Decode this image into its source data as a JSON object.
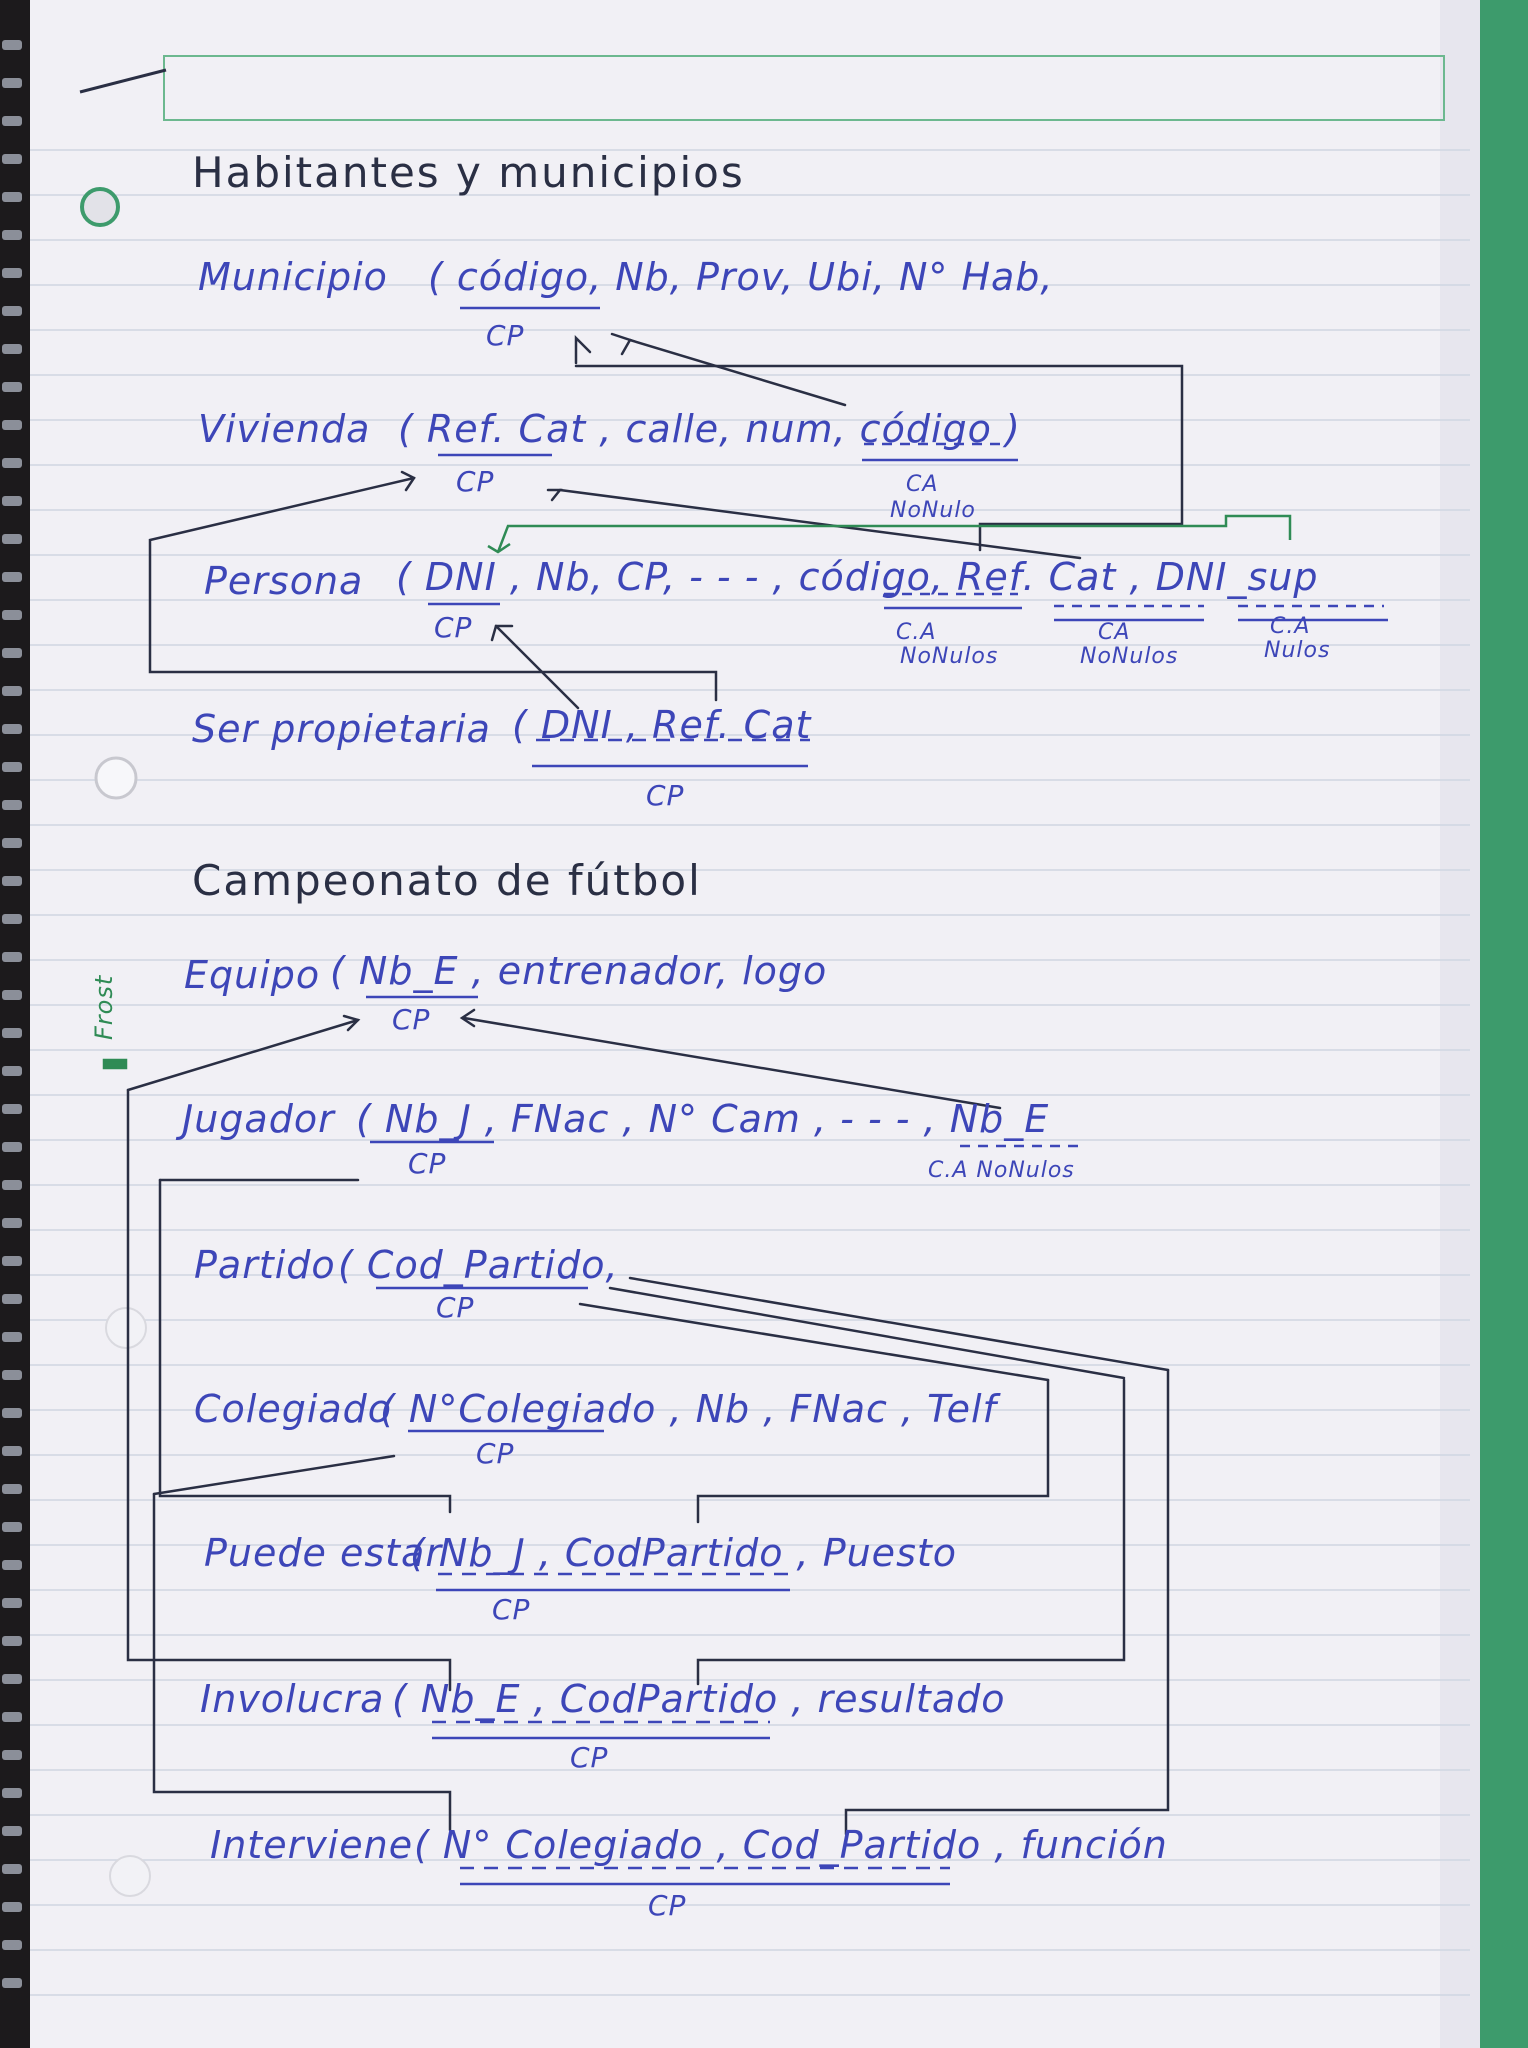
{
  "sections": [
    {
      "title": "Habitantes y municipios",
      "relations": [
        {
          "name": "Municipio",
          "attrs": "( código, Nb, Prov, Ubi, N° Hab,"
        },
        {
          "name": "Vivienda",
          "attrs": "( Ref. Cat , calle, num, código )"
        },
        {
          "name": "Persona",
          "attrs": "( DNI , Nb, CP, - - - , código, Ref. Cat , DNI_sup"
        },
        {
          "name": "Ser propietaria",
          "attrs": "( DNI , Ref. Cat"
        }
      ]
    },
    {
      "title": "Campeonato de fútbol",
      "relations": [
        {
          "name": "Equipo",
          "attrs": "( Nb_E , entrenador, logo"
        },
        {
          "name": "Jugador",
          "attrs": "( Nb_J , FNac , N° Cam , - - - , Nb_E"
        },
        {
          "name": "Partido",
          "attrs": "( Cod_Partido,"
        },
        {
          "name": "Colegiado",
          "attrs": "( N°Colegiado , Nb , FNac , Telf"
        },
        {
          "name": "Puede estar",
          "attrs": "( Nb_J , CodPartido , Puesto"
        },
        {
          "name": "Involucra",
          "attrs": "( Nb_E , CodPartido , resultado"
        },
        {
          "name": "Interviene",
          "attrs": "( N° Colegiado , Cod_Partido , función"
        }
      ]
    }
  ],
  "annotations": {
    "cp": "CP",
    "ca": "CA",
    "ca_dot": "C.A",
    "no_nulo": "NoNulo",
    "no_nulos": "NoNulos",
    "nulos": "Nulos",
    "ca_no_nulos": "C.A NoNulos"
  },
  "margin_tag": "Frost",
  "colors": {
    "ink_blue": "#3d46b8",
    "ink_black": "#2a2f44",
    "ink_green": "#2f8b55",
    "paper": "#f1f0f5",
    "binding": "#1c1a1c",
    "edge_green": "#3d9b6c"
  }
}
